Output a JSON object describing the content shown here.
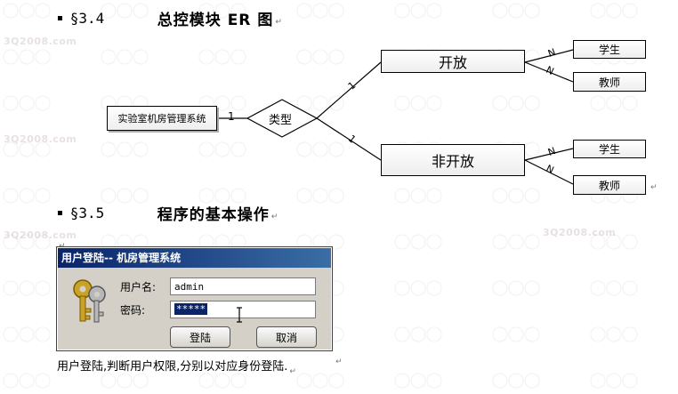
{
  "section_1": {
    "bullet": "▪",
    "number": "§3.4",
    "title": "总控模块 ER 图"
  },
  "section_2": {
    "bullet": "▪",
    "number": "§3.5",
    "title": "程序的基本操作"
  },
  "para_mark": "↵",
  "er": {
    "system": "实验室机房管理系统",
    "relation": "类型",
    "open": "开放",
    "closed": "非开放",
    "student": "学生",
    "teacher": "教师",
    "card_one": "1",
    "card_n": "N"
  },
  "dialog": {
    "title": "用户登陆-- 机房管理系统",
    "username_label": "用户名:",
    "username_value": "admin",
    "password_label": "密码:",
    "password_value": "*****",
    "login_button": "登陆",
    "cancel_button": "取消"
  },
  "caption": "用户登陆,判断用户权限,分别以对应身份登陆.",
  "watermark": "3Q2008.com",
  "colors": {
    "titlebar": "#0a246a",
    "dialog_bg": "#d4d0c8",
    "selection": "#0a246a"
  }
}
